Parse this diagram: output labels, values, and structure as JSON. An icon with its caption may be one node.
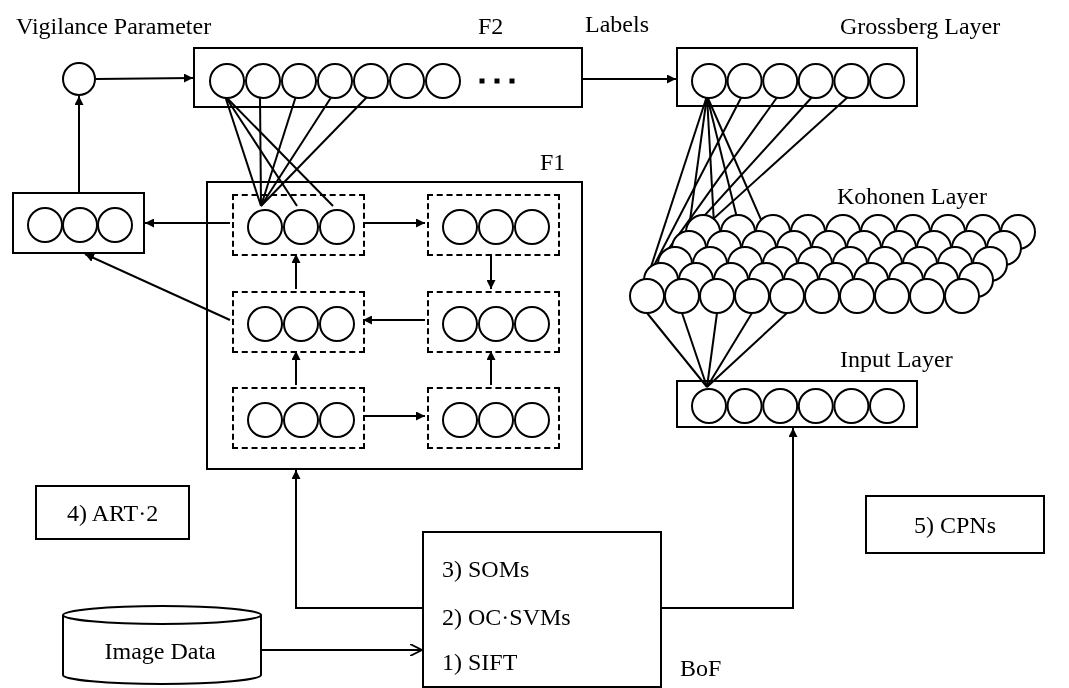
{
  "diagram": {
    "nodes": [
      {
        "text": [
          "Vigilance Parameter"
        ]
      },
      {
        "text": [
          "F2"
        ]
      },
      {
        "text": [
          "Grossberg Layer"
        ]
      },
      {
        "text": [],
        "shape": "box"
      },
      {
        "text": [
          "F1"
        ]
      },
      {
        "text": [],
        "shape": "box",
        "in": 4
      },
      {
        "text": [],
        "shape": "box",
        "in": 4
      },
      {
        "text": [],
        "shape": "box",
        "in": 4
      },
      {
        "text": [],
        "shape": "box",
        "in": 4
      },
      {
        "text": [],
        "shape": "box",
        "in": 4
      },
      {
        "text": [],
        "shape": "box",
        "in": 4
      },
      {
        "text": [
          "Kohonen Layer"
        ]
      },
      {
        "text": [
          "Input Layer"
        ]
      },
      {
        "text": [
          "4) ART·2"
        ]
      },
      {
        "text": [
          "5) CPNs"
        ]
      },
      {
        "text": [
          "3) SOMs",
          "2) OC·SVMs",
          "1) SIFT"
        ],
        "beside": [
          "BoF"
        ]
      },
      {
        "text": [
          "Image Data"
        ]
      }
    ],
    "edges": [
      {
        "from": 0,
        "to": 1,
        "arrow": "to"
      },
      {
        "from": 1,
        "to": 2,
        "arrow": "to",
        "label": "Labels"
      },
      {
        "from": 3,
        "to": 0,
        "arrow": "to"
      },
      {
        "from": 5,
        "to": 3,
        "arrow": "to"
      },
      {
        "from": 7,
        "to": 3,
        "arrow": "to"
      },
      {
        "from": 5,
        "to": 6,
        "arrow": "to"
      },
      {
        "from": 6,
        "to": 8,
        "arrow": "to"
      },
      {
        "from": 8,
        "to": 7,
        "arrow": "to"
      },
      {
        "from": 7,
        "to": 5,
        "arrow": "to"
      },
      {
        "from": 9,
        "to": 7,
        "arrow": "to"
      },
      {
        "from": 9,
        "to": 10,
        "arrow": "to"
      },
      {
        "from": 10,
        "to": 8,
        "arrow": "to"
      },
      {
        "from": 15,
        "to": 4,
        "arrow": "to"
      },
      {
        "from": 15,
        "to": 12,
        "arrow": "to"
      },
      {
        "from": 16,
        "to": 15,
        "arrow": "to"
      },
      {
        "from": 1,
        "to": 5,
        "arrow": "none"
      },
      {
        "from": 2,
        "to": 11,
        "arrow": "none"
      },
      {
        "from": 11,
        "to": 12,
        "arrow": "none"
      }
    ]
  }
}
